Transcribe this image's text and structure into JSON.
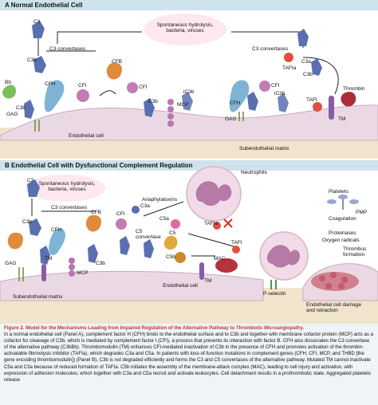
{
  "panel_a": {
    "header": "A   Normal Endothelial Cell",
    "labels": {
      "c3_top": "C3",
      "spontaneous": "Spontaneous hydrolysis,\nbacteria, viruses",
      "c3_convertases_left": "C3 convertases",
      "c3_convertases_right": "C3 convertases",
      "c3b_left": "C3b",
      "c3b_mid": "C3b",
      "c3b_right": "C3b",
      "c3b_right2": "C3b",
      "c3a": "C3a",
      "cfb": "CFB",
      "bb": "Bb",
      "cfh": "CFH",
      "cfh_right": "CFH",
      "cfi": "CFI",
      "cfi_mid": "CFI",
      "cfi_right": "CFI",
      "ic3b": "iC3b",
      "ic3b_right": "iC3b",
      "mcp": "MCP",
      "gag": "GAG",
      "gag_right": "GAG",
      "tafia": "TAFIa",
      "tafi": "TAFI",
      "thrombin": "Thrombin",
      "tm": "TM",
      "endothelial_cell": "Endothelial cell",
      "subendothelial_matrix": "Subendothelial matrix"
    }
  },
  "panel_b": {
    "header": "B   Endothelial Cell with Dysfunctional Complement Regulation",
    "labels": {
      "c3_top": "C3",
      "spontaneous": "Spontaneous hydrolysis,\nbacteria, viruses",
      "c3_convertases": "C3 convertases",
      "c3b": "C3b",
      "c3b_2": "C3b",
      "c3a": "C3a",
      "cfb": "CFB",
      "cfh": "CFH",
      "cfi": "CFI",
      "gag": "GAG",
      "tm": "TM",
      "tm_2": "TM",
      "mcp": "MCP",
      "c5": "C5",
      "c5_convertase": "C5\nconvertase",
      "c5a": "C5a",
      "c5b": "C5b",
      "anaphylatoxins": "Anaphylatoxins",
      "tafia": "TAFIa",
      "tafi": "TAFI",
      "neutrophils": "Neutrophils",
      "mac": "MAC",
      "p_selectin": "P-selectin",
      "platelets": "Platelets",
      "pmp": "PMP",
      "coagulation": "Coagulation",
      "proteinases": "Proteinases",
      "oxygen_radicals": "Oxygen radicals",
      "thrombus": "Thrombus\nformation",
      "endothelial_cell": "Endothelial cell",
      "damage": "Endothelial cell damage\nand retraction",
      "subendothelial_matrix": "Subendothelial matrix"
    }
  },
  "caption": {
    "title": "Figure 2. Model for the Mechanisms Leading from Impaired Regulation of the Alternative Pathway to Thrombotic Microangiopathy.",
    "body": "In a normal endothelial cell (Panel A), complement factor H (CFH) binds to the endothelial surface and to C3b and together with membrane cofactor protein (MCP) acts as a cofactor for cleavage of C3b, which is mediated by complement factor I (CFI), a process that prevents its interaction with factor B. CFH also dissociates the C3 convertase of the alternative pathway (C3bBb). Thrombomodulin (TM) enhances CFI-mediated inactivation of C3b in the presence of CFH and promotes activation of the thrombin-activatable fibrinolysis inhibitor (TAFIa), which degrades C3a and C5a. In patients with loss-of-function mutations in complement genes (CFH, CFI, MCP, and THBD [the gene encoding thrombomodulin]) (Panel B), C3b is not degraded efficiently and forms the C3 and C5 convertases of the alternative pathway. Mutated TM cannot inactivate C5a and C3a because of reduced formation of TAFIa. C5b initiates the assembly of the membrane-attack complex (MAC), leading to cell injury and activation, with expression of adhesion molecules, which together with C3a and C5a recruit and activate leukocytes. Cell detachment results in a prothrombotic state. Aggregated platelets release"
  },
  "colors": {
    "header_bg": "#cfe3ec",
    "caption_bg": "#eef4f7",
    "caption_title": "#c0392b",
    "c3": "#5a6fb0",
    "cfh": "#7fb3d6",
    "cfi": "#c47ab3",
    "cfb": "#e08a3c",
    "bb": "#7cbf5a",
    "tm": "#8a5ca8",
    "tafi": "#e0503c",
    "thrombin": "#a82f3a",
    "mcp": "#b877b0",
    "cell": "#ead9e4",
    "matrix": "#f1e4cc",
    "neutrophil": "#f1dbe8",
    "mac": "#b5333b"
  }
}
